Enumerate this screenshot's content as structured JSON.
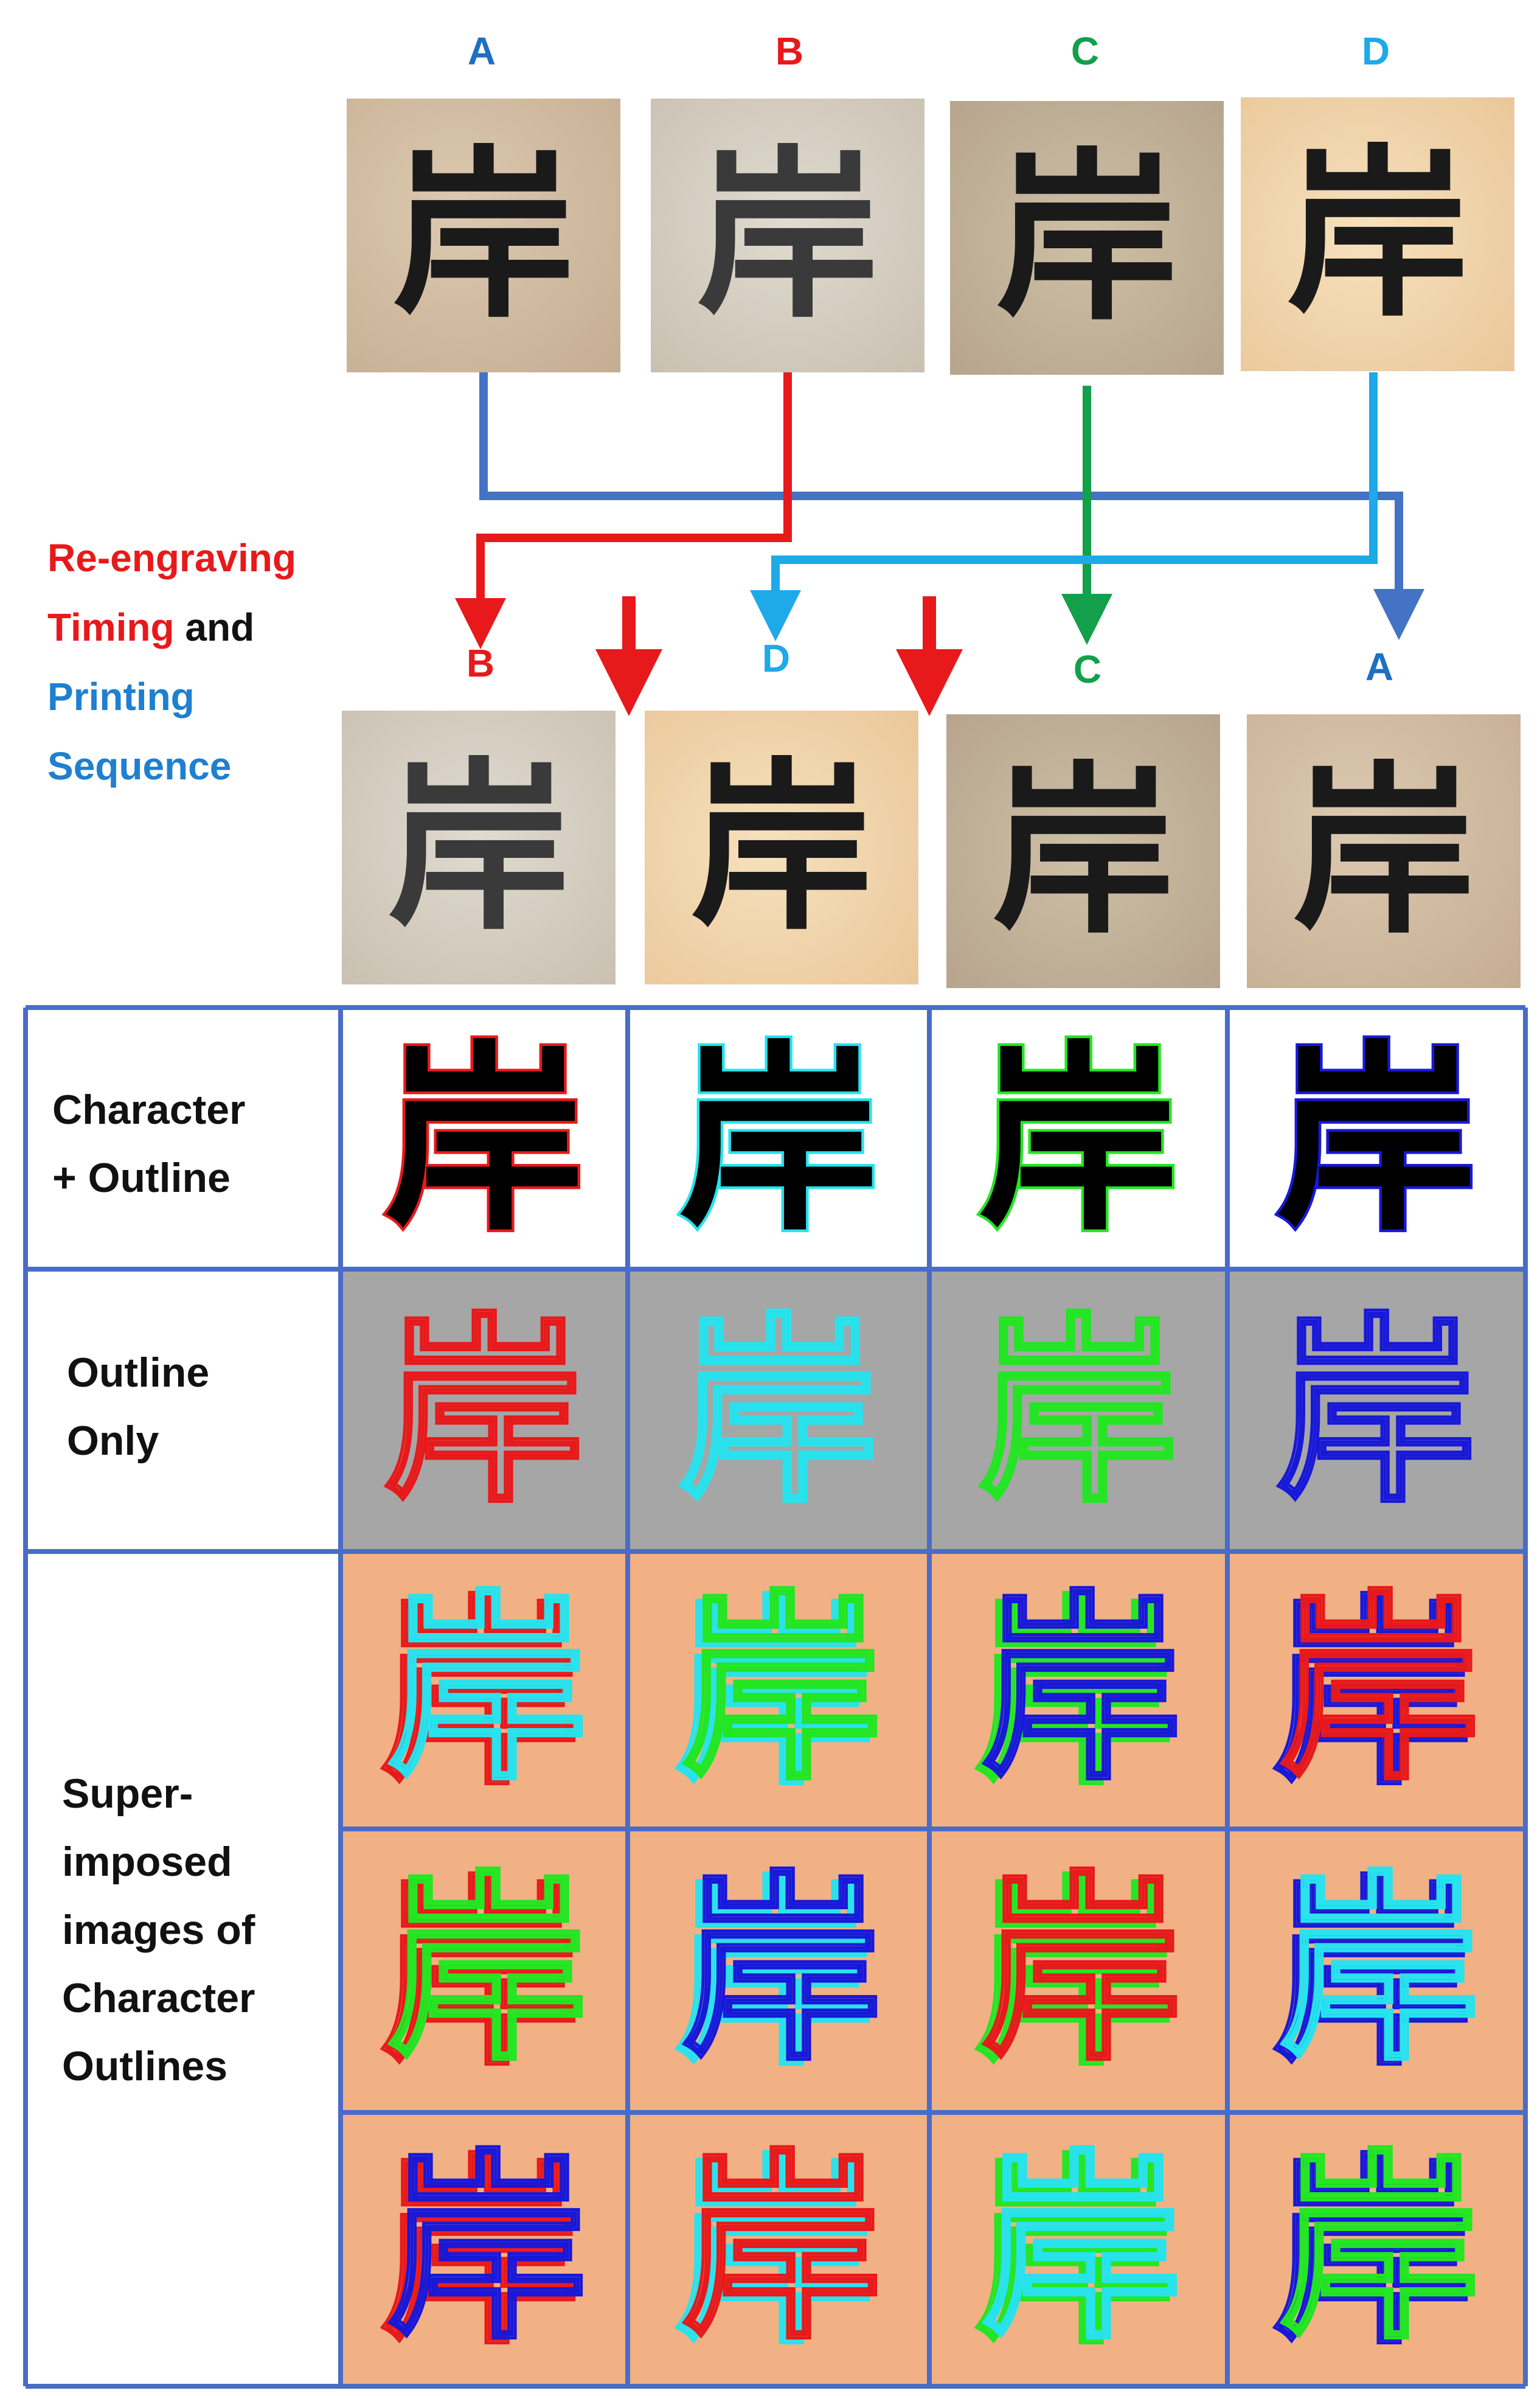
{
  "colors": {
    "A": "#1f6fc2",
    "B": "#e8191b",
    "C": "#12a04a",
    "D": "#1ea9e8",
    "grid": "#4a6cc8",
    "outline_red": "#e8191b",
    "outline_cyan": "#26e3ee",
    "outline_green": "#22e622",
    "outline_blue": "#1818d8",
    "gray_bg": "#a6a6a6",
    "peach_bg": "#f1b184"
  },
  "character": "岸",
  "top_row": {
    "labels": [
      "A",
      "B",
      "C",
      "D"
    ]
  },
  "second_row": {
    "labels": [
      "B",
      "D",
      "C",
      "A"
    ]
  },
  "side_note": {
    "line1": "Re-engraving",
    "line2_red": "Timing",
    "line2_black": " and",
    "line3": "Printing",
    "line4": "Sequence"
  },
  "table": {
    "row_labels": {
      "character_outline": "Character\n+ Outline",
      "outline_only": "Outline\nOnly",
      "superimposed": "Super-\nimposed\nimages of\nCharacter\nOutlines"
    },
    "outline_colors": [
      "red",
      "cyan",
      "green",
      "blue"
    ],
    "superimposed_pairs": [
      [
        "red",
        "cyan"
      ],
      [
        "cyan",
        "green"
      ],
      [
        "green",
        "blue"
      ],
      [
        "blue",
        "red"
      ],
      [
        "red",
        "green"
      ],
      [
        "cyan",
        "blue"
      ],
      [
        "green",
        "red"
      ],
      [
        "blue",
        "cyan"
      ],
      [
        "red",
        "blue"
      ],
      [
        "cyan",
        "red"
      ],
      [
        "green",
        "cyan"
      ],
      [
        "blue",
        "green"
      ]
    ]
  }
}
